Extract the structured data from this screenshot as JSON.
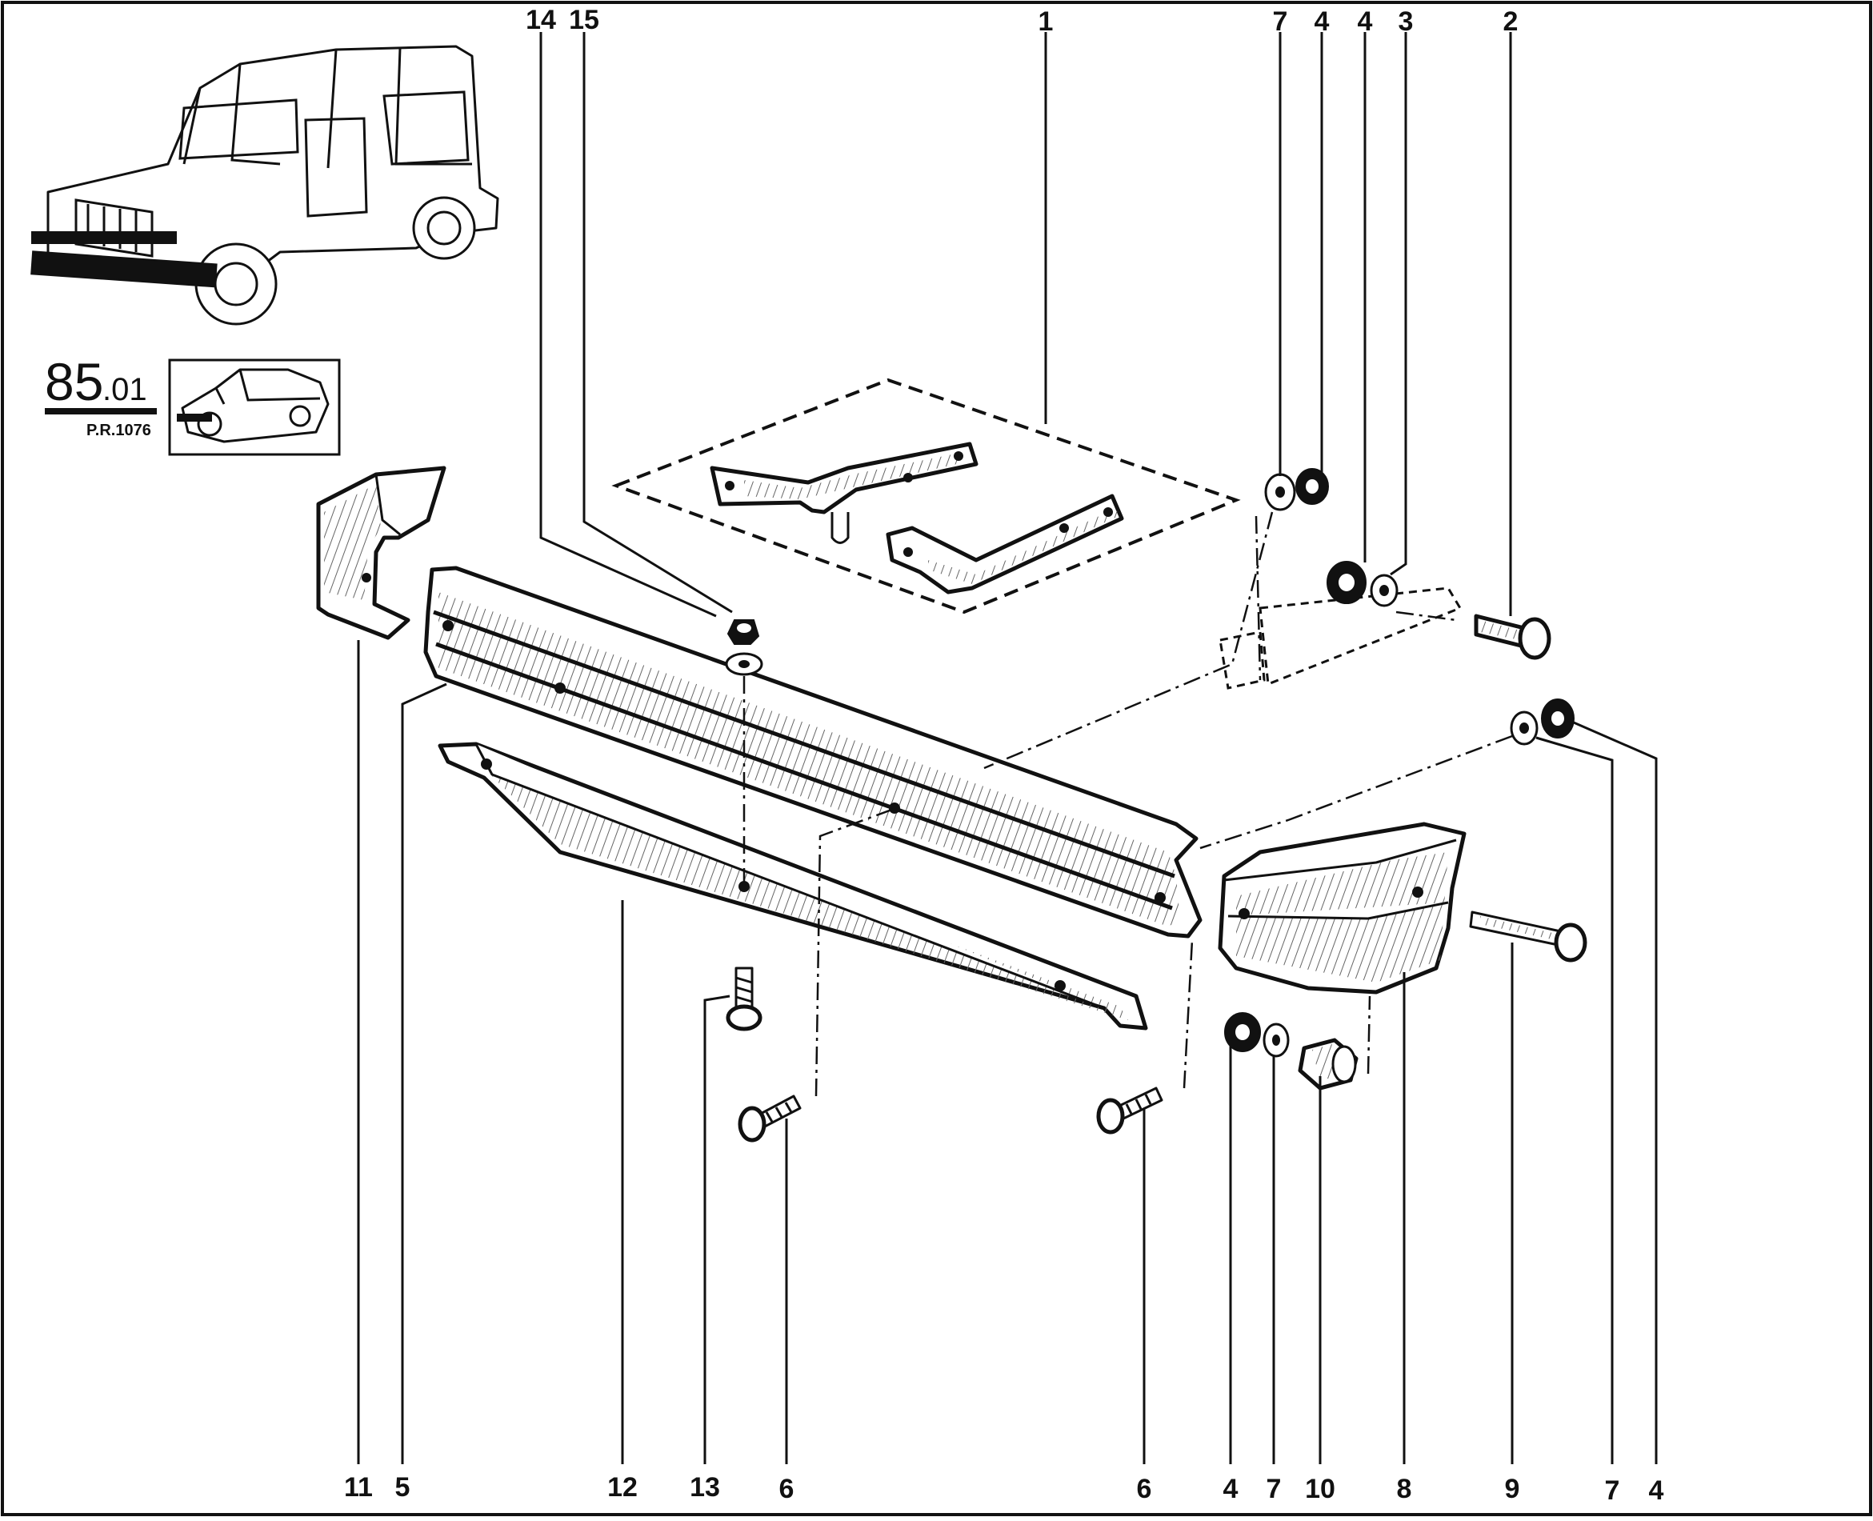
{
  "reference": {
    "section_number": "85",
    "section_suffix": ".01",
    "code": "P.R.1076"
  },
  "callouts_top": [
    "14",
    "15",
    "1",
    "7",
    "4",
    "4",
    "3",
    "2"
  ],
  "callouts_bottom": [
    "11",
    "5",
    "12",
    "13",
    "6",
    "6",
    "4",
    "7",
    "10",
    "8",
    "9",
    "7",
    "4"
  ],
  "colors": {
    "ink": "#111111",
    "paper": "#ffffff"
  }
}
